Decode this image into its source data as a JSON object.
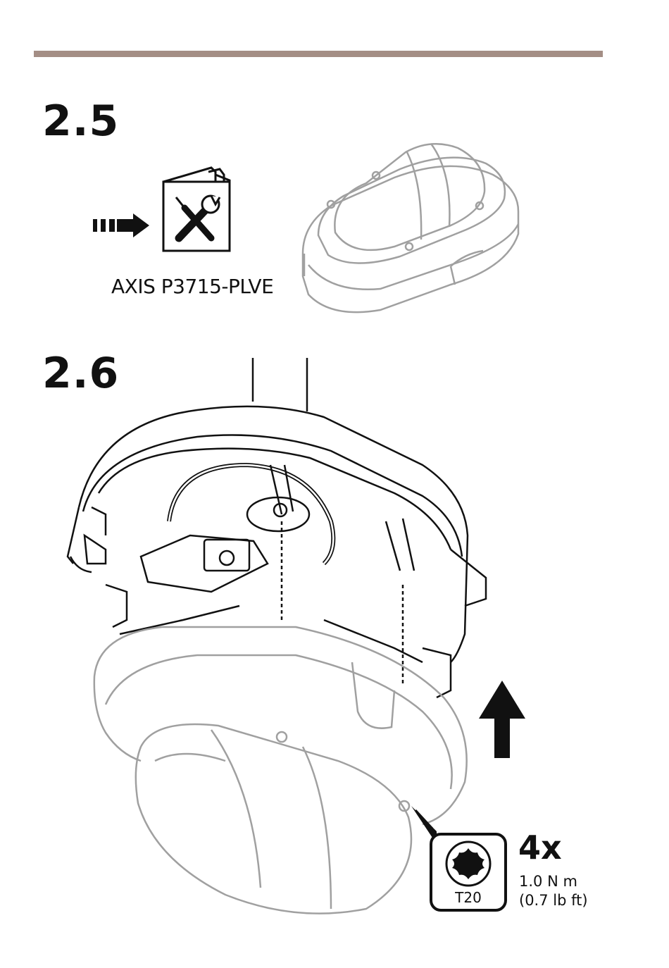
{
  "steps": {
    "step_a": "2.5",
    "step_b": "2.6"
  },
  "reference": {
    "model_label": "AXIS P3715-PLVE",
    "icon": "manual-tools-icon"
  },
  "fastening": {
    "count": "4x",
    "torque_nm": "1.0 N m",
    "torque_lbft": "(0.7 lb ft)",
    "bit": "T20",
    "bit_icon": "torx-icon"
  },
  "colors": {
    "rule": "#a48e85",
    "ink": "#111111",
    "ghost": "#9a9a9a"
  }
}
